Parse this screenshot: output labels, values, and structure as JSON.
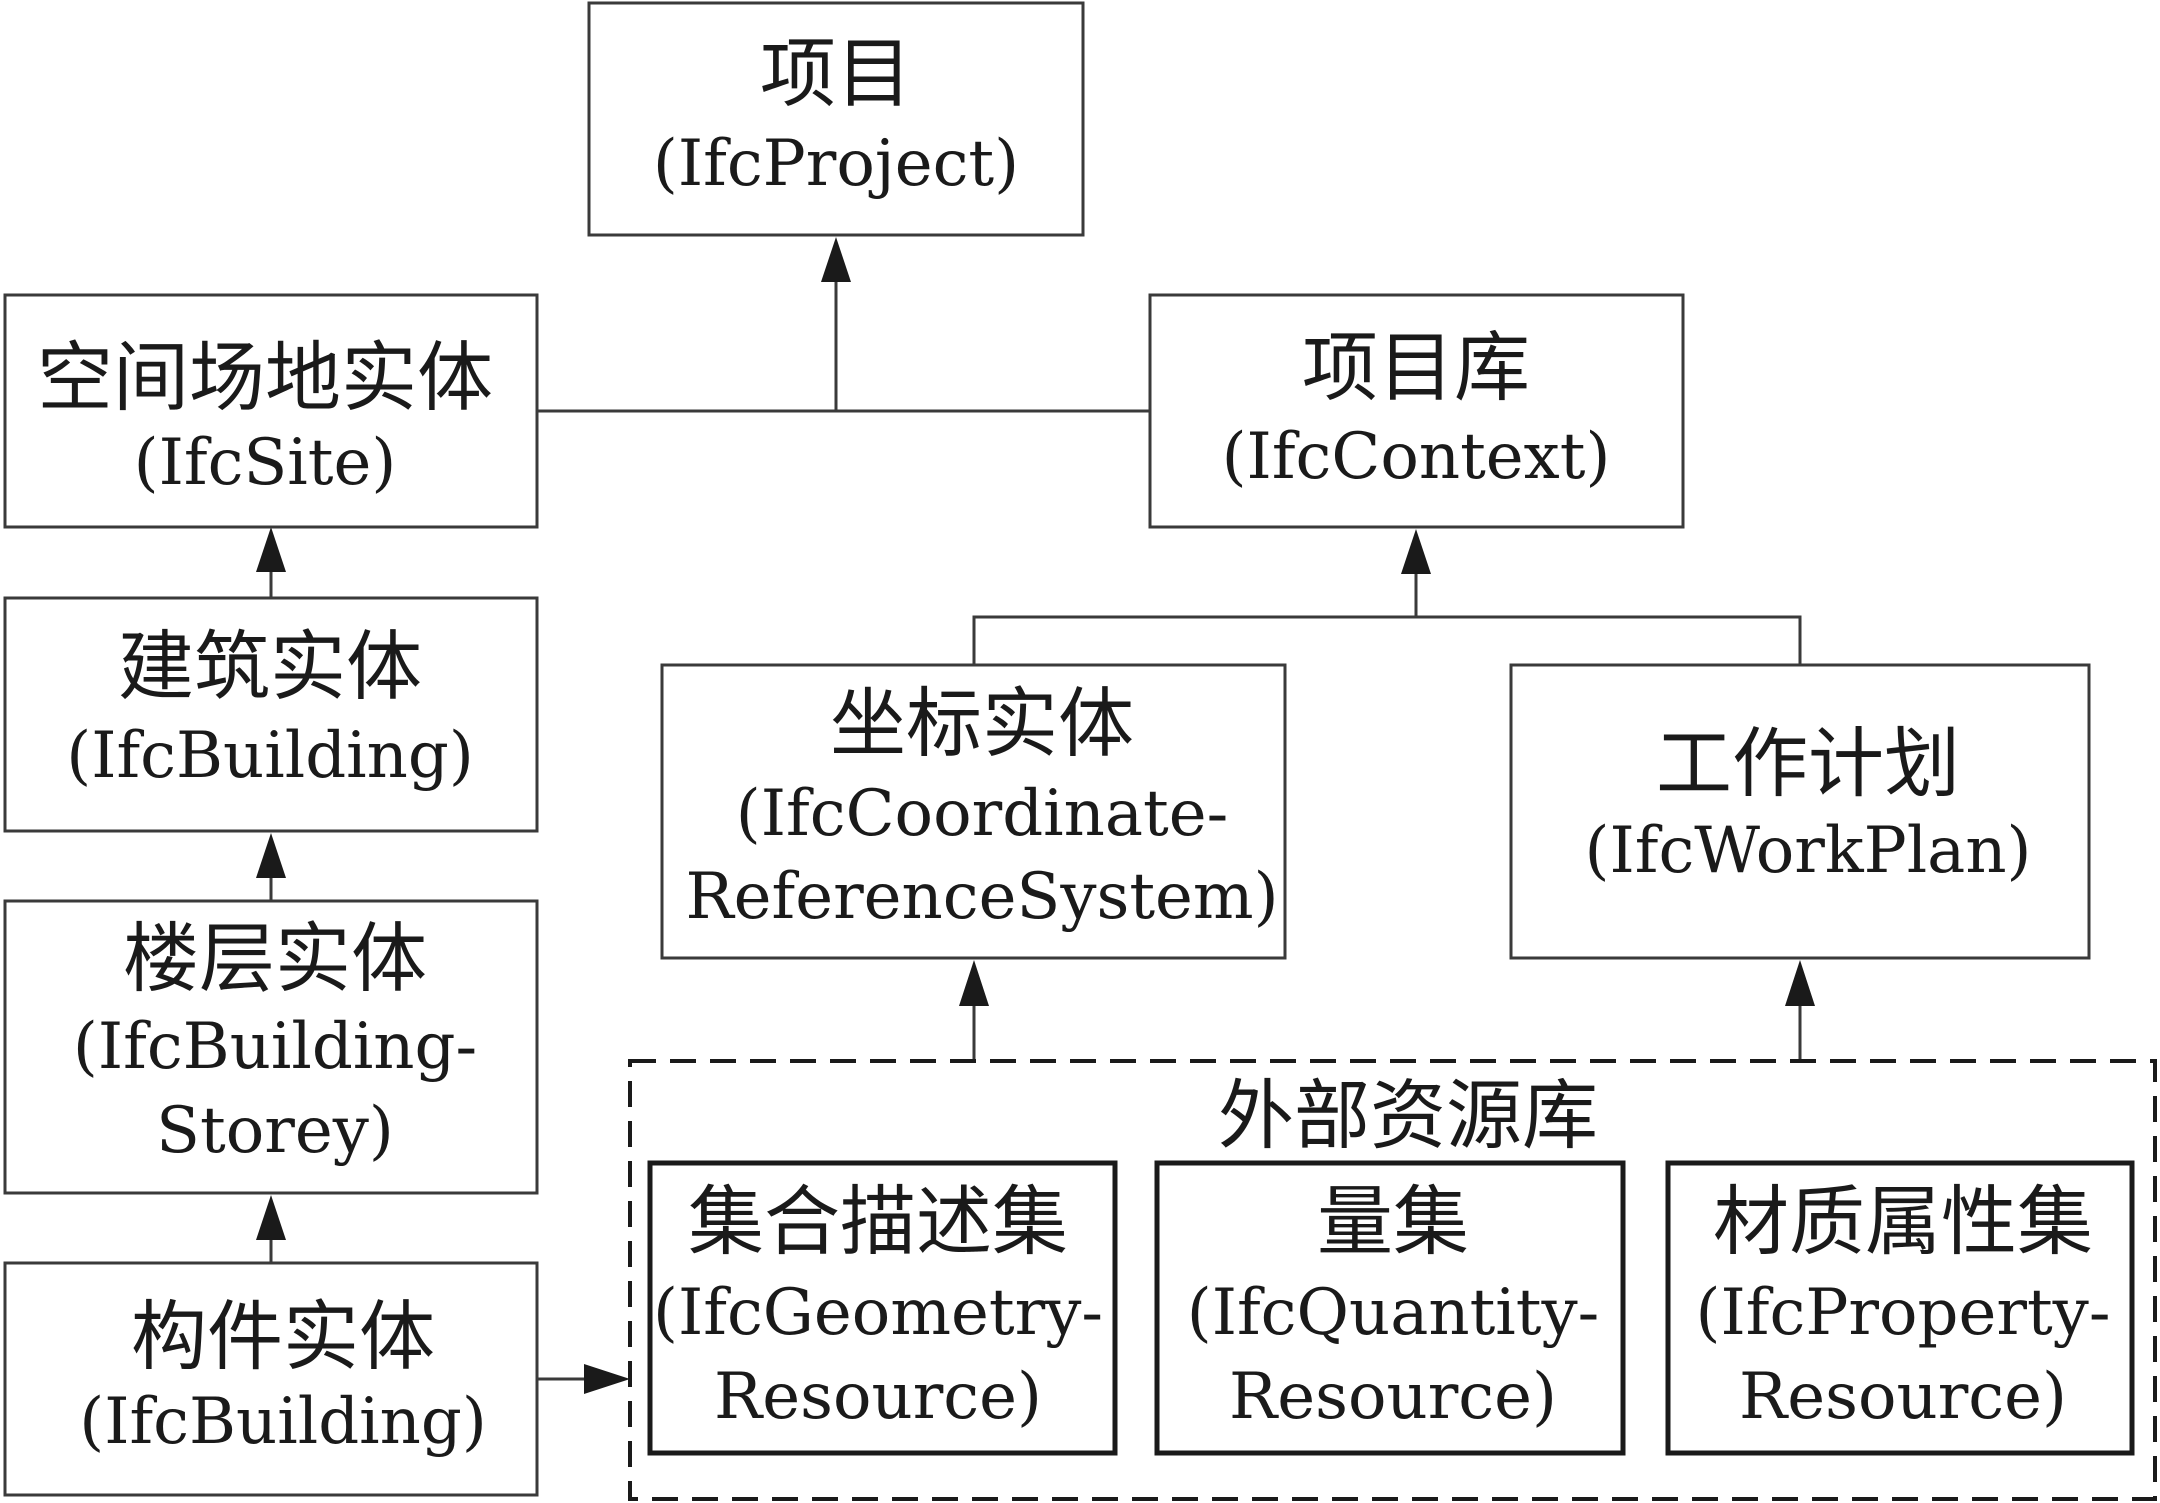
{
  "nodes": {
    "project": {
      "cn": "项目",
      "en": [
        "(IfcProject)"
      ]
    },
    "site": {
      "cn": "空间场地实体",
      "en": [
        "(IfcSite)"
      ]
    },
    "context": {
      "cn": "项目库",
      "en": [
        "(IfcContext)"
      ]
    },
    "building": {
      "cn": "建筑实体",
      "en": [
        "(IfcBuilding)"
      ]
    },
    "storey": {
      "cn": "楼层实体",
      "en": [
        "(IfcBuilding-",
        "Storey)"
      ]
    },
    "element": {
      "cn": "构件实体",
      "en": [
        "(IfcBuilding)"
      ]
    },
    "coordinate": {
      "cn": "坐标实体",
      "en": [
        "(IfcCoordinate-",
        "ReferenceSystem)"
      ]
    },
    "workplan": {
      "cn": "工作计划",
      "en": [
        "(IfcWorkPlan)"
      ]
    },
    "geometry": {
      "cn": "集合描述集",
      "en": [
        "(IfcGeometry-",
        "Resource)"
      ]
    },
    "quantity": {
      "cn": "量集",
      "en": [
        "(IfcQuantity-",
        "Resource)"
      ]
    },
    "property": {
      "cn": "材质属性集",
      "en": [
        "(IfcProperty-",
        "Resource)"
      ]
    }
  },
  "external_group": {
    "title": "外部资源库"
  }
}
